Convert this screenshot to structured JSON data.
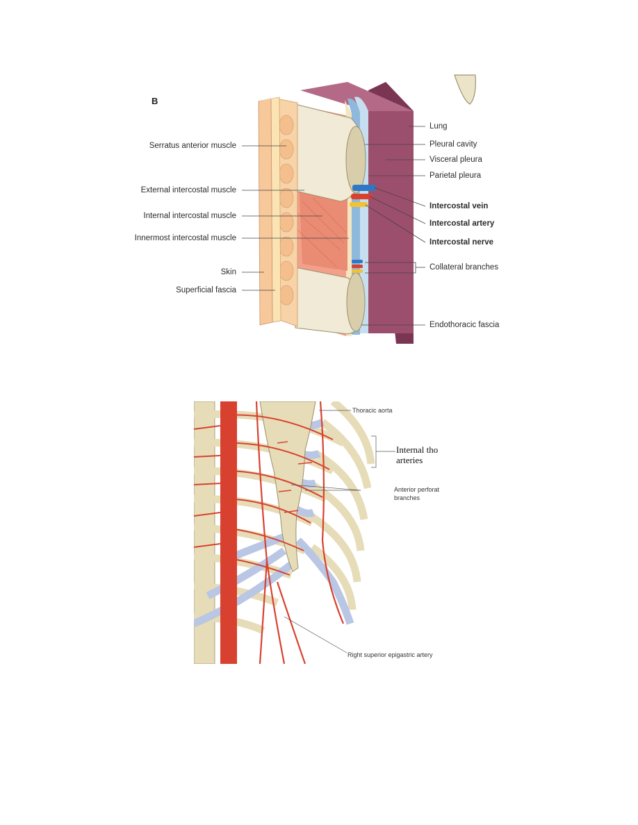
{
  "figure_b": {
    "panel_letter": "B",
    "labels_left": [
      "Serratus anterior muscle",
      "External intercostal muscle",
      "Internal intercostal muscle",
      "Innermost intercostal muscle",
      "Skin",
      "Superficial fascia"
    ],
    "labels_right": [
      "Lung",
      "Pleural cavity",
      "Visceral pleura",
      "Parietal pleura",
      "Intercostal vein",
      "Intercostal artery",
      "Intercostal nerve",
      "Collateral branches",
      "Endothoracic fascia"
    ]
  },
  "figure_thorax": {
    "labels": {
      "thoracic_aorta": "Thoracic aorta",
      "internal_thoracic_line1": "Internal tho",
      "internal_thoracic_line2": "arteries",
      "anterior_perforating_line1": "Anterior perforat",
      "anterior_perforating_line2": "branches",
      "right_superior_epigastric": "Right superior epigastric artery"
    }
  },
  "colors": {
    "skin": "#f6c89a",
    "fascia": "#fbe3b4",
    "muscle": "#f2a08a",
    "rib": "#f0ead6",
    "pleura": "#8fb8dd",
    "lung": "#9c4f6c",
    "vein": "#2f79c4",
    "artery": "#d8412f",
    "nerve": "#f1c232",
    "bone": "#e6dcb8",
    "cartilage": "#b9c6e4"
  }
}
